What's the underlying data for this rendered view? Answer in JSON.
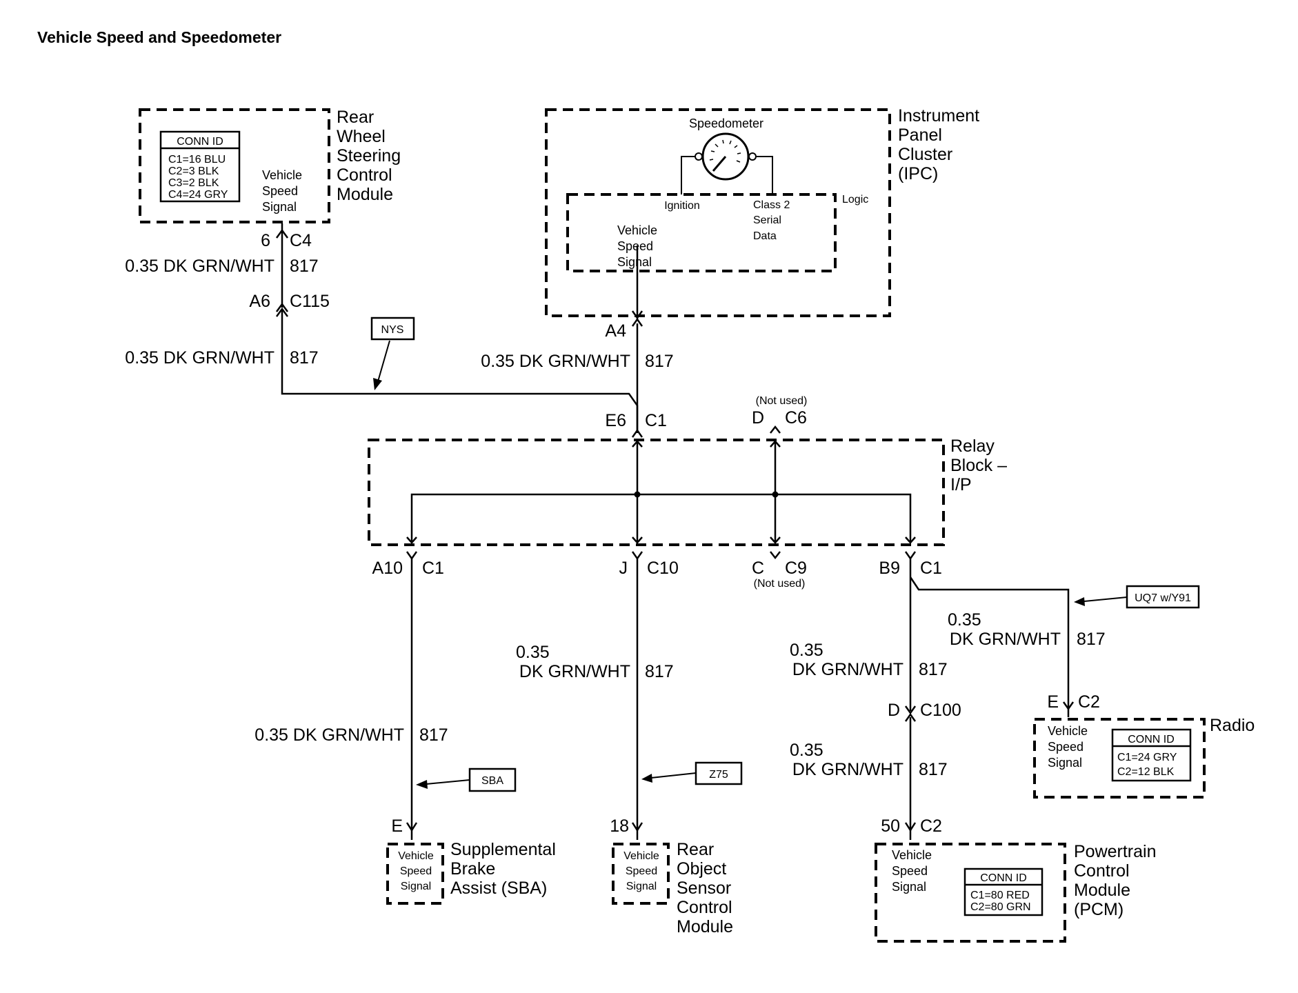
{
  "title": "Vehicle Speed and Speedometer",
  "modules": {
    "rwsc": {
      "name_lines": [
        "Rear",
        "Wheel",
        "Steering",
        "Control",
        "Module"
      ],
      "signal_lines": [
        "Vehicle",
        "Speed",
        "Signal"
      ],
      "conn_header": "CONN ID",
      "conn_lines": [
        "C1=16 BLU",
        "C2=3 BLK",
        "C3=2 BLK",
        "C4=24 GRY"
      ]
    },
    "ipc": {
      "name_lines": [
        "Instrument",
        "Panel",
        "Cluster",
        "(IPC)"
      ],
      "speedometer": "Speedometer",
      "logic": "Logic",
      "ignition": "Ignition",
      "class2_lines": [
        "Class 2",
        "Serial",
        "Data"
      ],
      "signal_lines": [
        "Vehicle",
        "Speed",
        "Signal"
      ]
    },
    "relay_block": {
      "name_lines": [
        "Relay",
        "Block –",
        "I/P"
      ]
    },
    "sba": {
      "name_lines": [
        "Supplemental",
        "Brake",
        "Assist (SBA)"
      ],
      "signal_lines": [
        "Vehicle",
        "Speed",
        "Signal"
      ]
    },
    "rosc": {
      "name_lines": [
        "Rear",
        "Object",
        "Sensor",
        "Control",
        "Module"
      ],
      "signal_lines": [
        "Vehicle",
        "Speed",
        "Signal"
      ]
    },
    "pcm": {
      "name_lines": [
        "Powertrain",
        "Control",
        "Module",
        "(PCM)"
      ],
      "signal_lines": [
        "Vehicle",
        "Speed",
        "Signal"
      ],
      "conn_header": "CONN ID",
      "conn_lines": [
        "C1=80 RED",
        "C2=80 GRN"
      ]
    },
    "radio": {
      "name": "Radio",
      "signal_lines": [
        "Vehicle",
        "Speed",
        "Signal"
      ],
      "conn_header": "CONN ID",
      "conn_lines": [
        "C1=24 GRY",
        "C2=12 BLK"
      ]
    }
  },
  "pins": {
    "rwsc_pin": "6",
    "rwsc_conn": "C4",
    "c115_pin": "A6",
    "c115_conn": "C115",
    "ipc_pin": "A4",
    "rb_in_pin": "E6",
    "rb_in_conn": "C1",
    "c6_note": "(Not used)",
    "c6_pin": "D",
    "c6_conn": "C6",
    "a10_pin": "A10",
    "a10_conn": "C1",
    "j_pin": "J",
    "j_conn": "C10",
    "c9_pin": "C",
    "c9_conn": "C9",
    "c9_note": "(Not used)",
    "b9_pin": "B9",
    "b9_conn": "C1",
    "sba_pin": "E",
    "rosc_pin": "18",
    "c100_pin": "D",
    "c100_conn": "C100",
    "pcm_pin": "50",
    "pcm_conn": "C2",
    "radio_pin": "E",
    "radio_conn": "C2"
  },
  "wires": {
    "w1_label": "0.35 DK GRN/WHT",
    "w1_circuit": "817",
    "w2_label": "0.35 DK GRN/WHT",
    "w2_circuit": "817",
    "w3_label": "0.35 DK GRN/WHT",
    "w3_circuit": "817",
    "w4_label": "0.35 DK GRN/WHT",
    "w4_circuit": "817",
    "w5_label_1": "0.35",
    "w5_label_2": "DK GRN/WHT",
    "w5_circuit": "817",
    "w6_label_1": "0.35",
    "w6_label_2": "DK GRN/WHT",
    "w6_circuit": "817",
    "w7_label_1": "0.35",
    "w7_label_2": "DK GRN/WHT",
    "w7_circuit": "817",
    "w8_label_1": "0.35",
    "w8_label_2": "DK GRN/WHT",
    "w8_circuit": "817"
  },
  "options": {
    "nys": "NYS",
    "sba": "SBA",
    "z75": "Z75",
    "uq7": "UQ7 w/Y91"
  }
}
